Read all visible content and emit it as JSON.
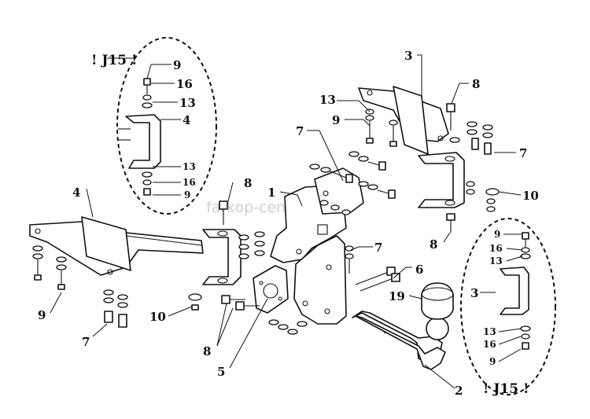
{
  "watermark": "farkop-center.ru",
  "callout_marks": {
    "top_left": "! J15 !",
    "bottom_right": "! J15 !"
  },
  "labels": {
    "l1": "1",
    "l2": "2",
    "l3a": "3",
    "l3b": "3",
    "l4a": "4",
    "l4b": "4",
    "l5": "5",
    "l6": "6",
    "l7a": "7",
    "l7b": "7",
    "l7c": "7",
    "l7d": "7",
    "l8a": "8",
    "l8b": "8",
    "l8c": "8",
    "l8d": "8",
    "l9a": "9",
    "l9b": "9",
    "l9c": "9",
    "l9d": "9",
    "l9e": "9",
    "l9f": "9",
    "l10a": "10",
    "l10b": "10",
    "l13a": "13",
    "l13b": "13",
    "l13c": "13",
    "l13d": "13",
    "l13e": "13",
    "l16a": "16",
    "l16b": "16",
    "l16c": "16",
    "l16d": "16",
    "l19": "19"
  }
}
